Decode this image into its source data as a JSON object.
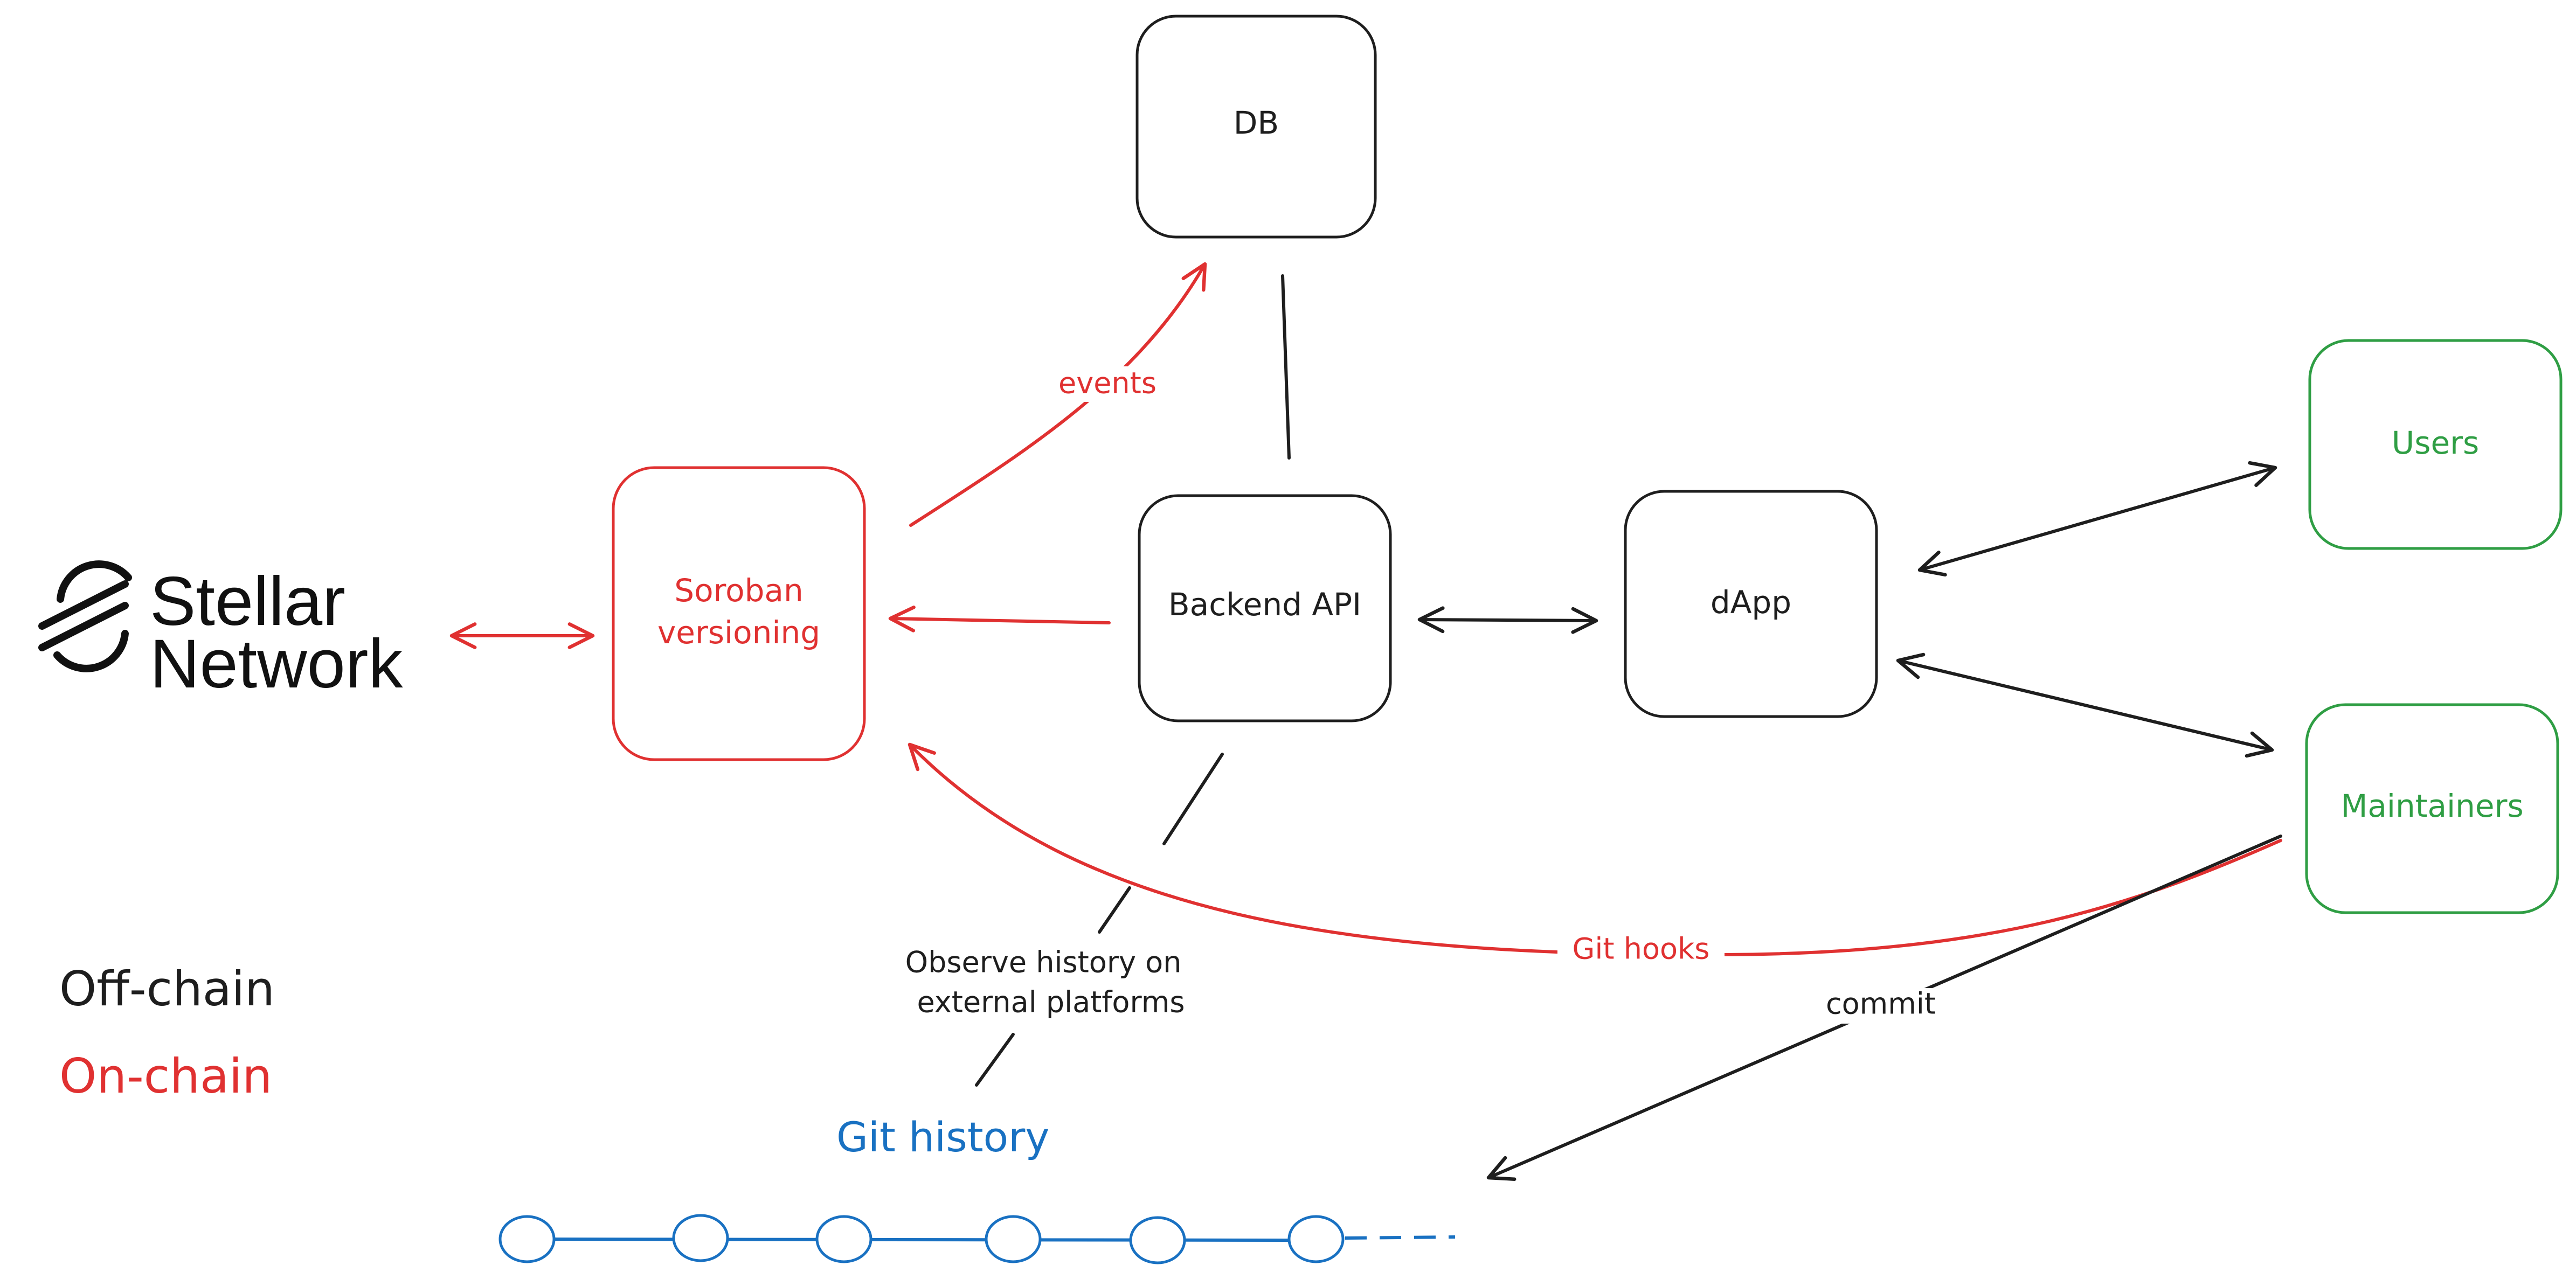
{
  "brand": {
    "line1": "Stellar",
    "line2": "Network",
    "logo_icon": "stellar-logo-icon"
  },
  "colors": {
    "off_chain": "#1e1e1e",
    "on_chain": "#e03131",
    "actor": "#2f9e44",
    "git": "#1971c2"
  },
  "nodes": {
    "db": "DB",
    "backend_api": "Backend API",
    "soroban_line1": "Soroban",
    "soroban_line2": "versioning",
    "dapp": "dApp",
    "users": "Users",
    "maintainers": "Maintainers"
  },
  "edges": {
    "events": "events",
    "git_hooks": "Git hooks",
    "commit": "commit",
    "observe_line1": "Observe history on",
    "observe_line2": "external platforms"
  },
  "legend": {
    "off_chain": "Off-chain",
    "on_chain": "On-chain"
  },
  "git": {
    "label": "Git history",
    "commit_count": 6
  }
}
